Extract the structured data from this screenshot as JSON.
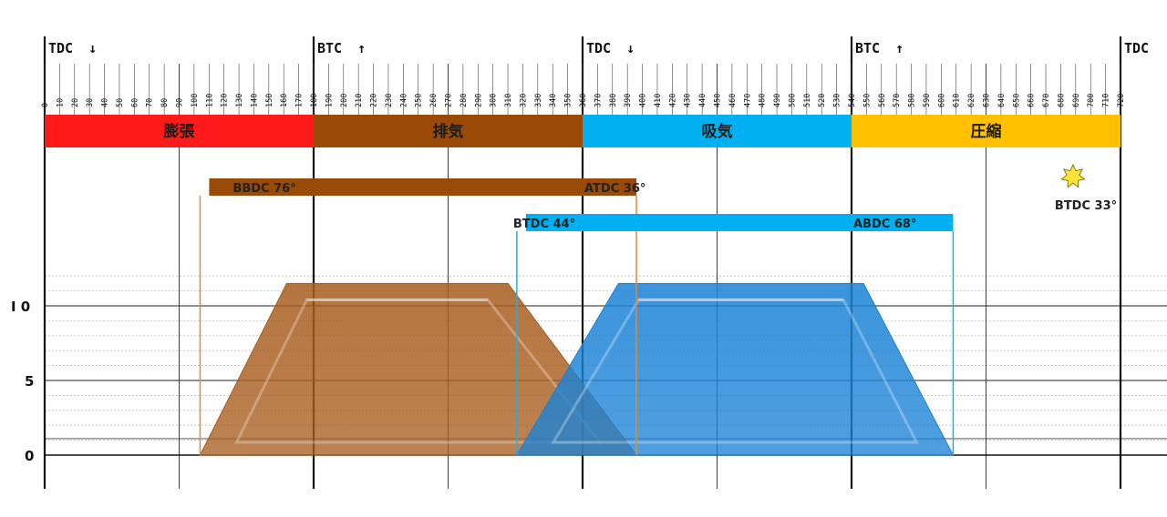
{
  "markers": [
    {
      "name": "TDC",
      "arrow": "↓",
      "arrow_color": "#e02020"
    },
    {
      "name": "BTC",
      "arrow": "↑",
      "arrow_color": "#a0521c"
    },
    {
      "name": "TDC",
      "arrow": "↓",
      "arrow_color": "#1f7fd0"
    },
    {
      "name": "BTC",
      "arrow": "↑",
      "arrow_color": "#f5b400"
    },
    {
      "name": "TDC",
      "arrow": "",
      "arrow_color": ""
    }
  ],
  "angle_ticks": [
    0,
    10,
    20,
    30,
    40,
    50,
    60,
    70,
    80,
    90,
    100,
    110,
    120,
    130,
    140,
    150,
    160,
    170,
    180,
    190,
    200,
    210,
    220,
    230,
    240,
    250,
    260,
    270,
    280,
    290,
    300,
    310,
    320,
    330,
    340,
    350,
    360,
    370,
    380,
    390,
    400,
    410,
    420,
    430,
    440,
    450,
    460,
    470,
    480,
    490,
    500,
    510,
    520,
    530,
    540,
    550,
    560,
    570,
    580,
    590,
    600,
    610,
    620,
    630,
    640,
    650,
    660,
    670,
    680,
    690,
    700,
    710,
    720
  ],
  "strokes": [
    {
      "label": "膨張",
      "start": 0,
      "end": 180,
      "color": "#ff1a1a"
    },
    {
      "label": "排気",
      "start": 180,
      "end": 360,
      "color": "#984a06"
    },
    {
      "label": "吸気",
      "start": 360,
      "end": 540,
      "color": "#00b0f0"
    },
    {
      "label": "圧縮",
      "start": 540,
      "end": 720,
      "color": "#ffc000"
    }
  ],
  "valve_timing": {
    "exhaust": {
      "open_label": "BBDC 76°",
      "close_label": "ATDC 36°",
      "open_deg": 104,
      "close_deg": 396,
      "color": "#984a06",
      "line_color": "#e08a3c"
    },
    "intake": {
      "open_label": "BTDC 44°",
      "close_label": "ABDC 68°",
      "open_deg": 316,
      "close_deg": 608,
      "color": "#00b0f0",
      "line_color": "#29a9e0"
    },
    "overlap_color": "#e02020",
    "ignition": {
      "label": "BTDC 33°",
      "deg": 687,
      "color": "#ffe338"
    }
  },
  "lift_axis": {
    "ticks": [
      {
        "value": 0,
        "label": "0"
      },
      {
        "value": 5,
        "label": "5"
      },
      {
        "value": 10,
        "label": "I 0"
      }
    ],
    "max_lift": 11.5
  },
  "lift_curves": [
    {
      "name": "exhaust-lift",
      "open": 104,
      "full_start": 162,
      "full_end": 310,
      "close": 396,
      "color": "#a85d1e"
    },
    {
      "name": "intake-lift",
      "open": 316,
      "full_start": 384,
      "full_end": 548,
      "close": 608,
      "color": "#1a82d6"
    }
  ]
}
